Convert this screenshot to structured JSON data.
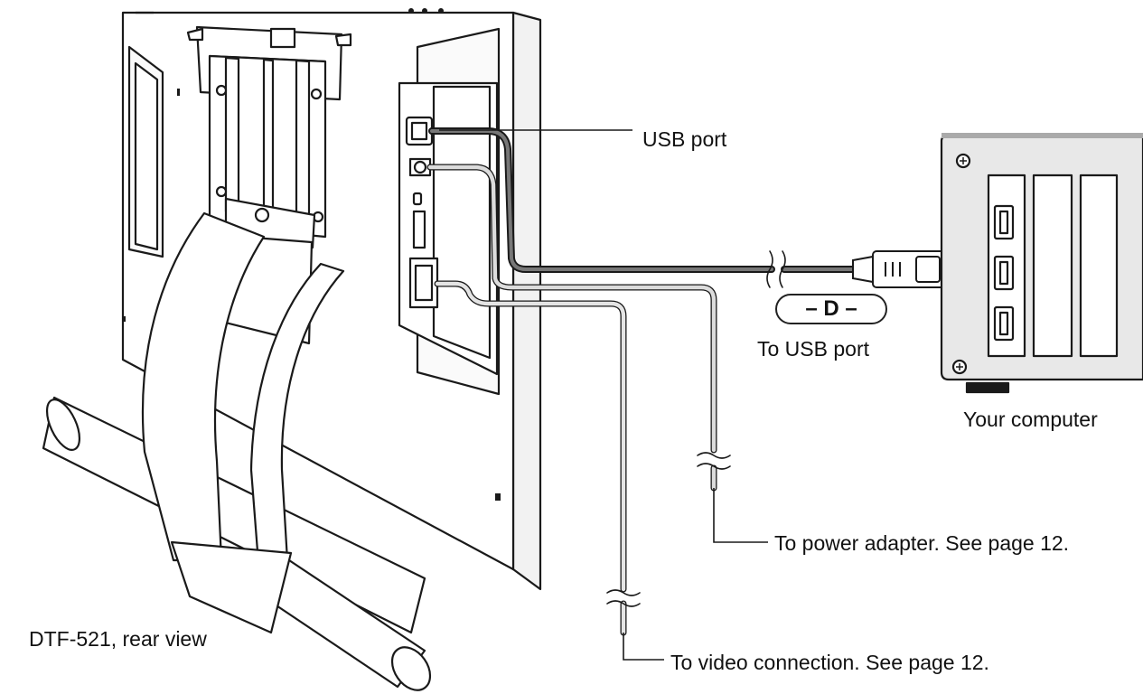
{
  "labels": {
    "usb_port": "USB port",
    "cable_code": "– D –",
    "to_usb_port": "To USB port",
    "your_computer": "Your computer",
    "to_power": "To power adapter. See page 12.",
    "to_video": "To video connection. See page 12.",
    "model_view": "DTF-521, rear view"
  },
  "colors": {
    "line": "#1a1a1a",
    "monitor_fill": "#ffffff",
    "computer_fill": "#e8e8e8",
    "usb_cable": "#555555",
    "power_cable": "#cfcfcf"
  }
}
